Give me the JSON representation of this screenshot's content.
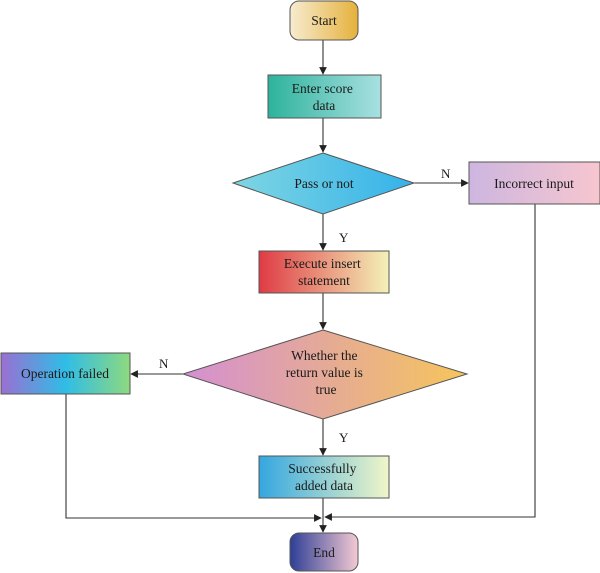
{
  "nodes": {
    "start": {
      "label": "Start"
    },
    "enter_score": {
      "label_lines": [
        "Enter score",
        "data"
      ]
    },
    "pass_or_not": {
      "label": "Pass or not"
    },
    "incorrect_input": {
      "label": "Incorrect input"
    },
    "execute_insert": {
      "label_lines": [
        "Execute insert",
        "statement"
      ]
    },
    "return_value": {
      "label_lines": [
        "Whether the",
        "return value is",
        "true"
      ]
    },
    "operation_failed": {
      "label": "Operation failed"
    },
    "success": {
      "label_lines": [
        "Successfully",
        "added data"
      ]
    },
    "end": {
      "label": "End"
    }
  },
  "edges": {
    "pass_no": "N",
    "pass_yes": "Y",
    "return_no": "N",
    "return_yes": "Y"
  },
  "colors": {
    "start": [
      "#f7ecd0",
      "#e5b13c"
    ],
    "enter_score": [
      "#2db39b",
      "#a9e0e2"
    ],
    "pass_or_not": [
      "#7fd6e2",
      "#34b2ea"
    ],
    "incorrect_input": [
      "#cdb6e0",
      "#f7c6cf"
    ],
    "execute_insert": [
      "#df3b45",
      "#f4f2b8"
    ],
    "return_value": [
      "#d48fd2",
      "#f6c55b"
    ],
    "operation_failed": [
      "#9b6fd2",
      "#2fbde6",
      "#8ed97f"
    ],
    "success": [
      "#34a7e0",
      "#f1f6c8"
    ],
    "end": [
      "#2e3f96",
      "#f4c9d2"
    ]
  }
}
